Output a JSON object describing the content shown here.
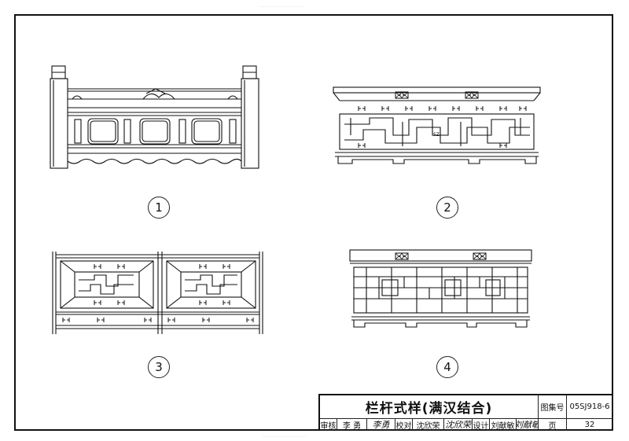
{
  "figures": [
    {
      "number": "1"
    },
    {
      "number": "2"
    },
    {
      "number": "3"
    },
    {
      "number": "4"
    }
  ],
  "title_block": {
    "title": "栏杆式样(满汉结合)",
    "atlas_label": "图集号",
    "atlas_number": "05SJ918-6",
    "page_label": "页",
    "page_number": "32",
    "review_label": "审核",
    "reviewer": "李 勇",
    "reviewer_signature": "李勇",
    "check_label": "校对",
    "checker": "沈欣荣",
    "checker_signature": "沈欣荣",
    "design_label": "设计",
    "designer": "刘献敏",
    "designer_signature": "刘献敏"
  }
}
